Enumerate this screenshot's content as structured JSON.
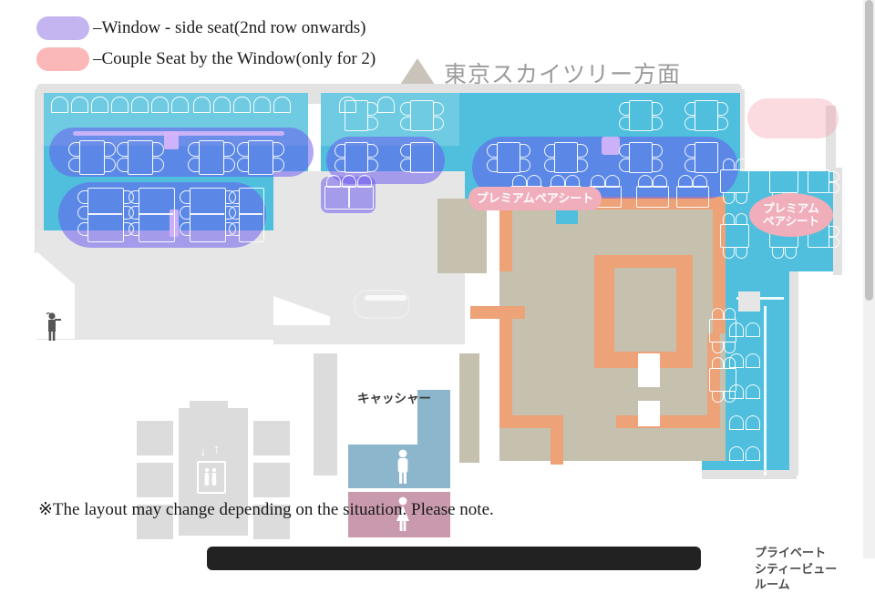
{
  "legend": {
    "items": [
      {
        "label": "–Window - side seat(2nd row onwards)",
        "color": "#c4b5f0",
        "name": "window-side-seat"
      },
      {
        "label": "–Couple Seat by the Window(only for 2)",
        "color": "#fbb8b8",
        "name": "couple-seat-window"
      }
    ]
  },
  "direction": {
    "label": "東京スカイツリー方面",
    "marker": "triangle-up-icon",
    "marker_color": "#c9c3ba"
  },
  "map": {
    "badges": [
      {
        "id": "premium-1",
        "text": "プレミアムペアシート",
        "color": "#f0aebb"
      },
      {
        "id": "premium-2",
        "line1": "プレミアム",
        "line2": "ペアシート",
        "color": "#f0aebb"
      }
    ],
    "labels": {
      "cashier": "キャッシャー",
      "private_room_line1": "プライベート",
      "private_room_line2": "シティービュー",
      "private_room_line3": "ルーム"
    },
    "icons": {
      "elevator": "elevator-icon",
      "restroom_men": "restroom-men-icon",
      "restroom_women": "restroom-women-icon",
      "smoking": "smoking-area-icon",
      "elevator_down": "↓",
      "elevator_up": "↑"
    },
    "colors": {
      "floor_cyan": "#4fbfdd",
      "floor_cyan_light": "#6fcbe2",
      "shell_gray": "#e2e2e2",
      "kitchen_tan": "#c6c0ae",
      "counter_orange": "#eda277",
      "restroom_men": "#8cb6cb",
      "restroom_women": "#c999ad",
      "highlight_purple": "#6856f0",
      "highlight_pink": "#f496a0"
    }
  },
  "footer": {
    "note": "※The layout may change depending on the situation. Please note."
  }
}
